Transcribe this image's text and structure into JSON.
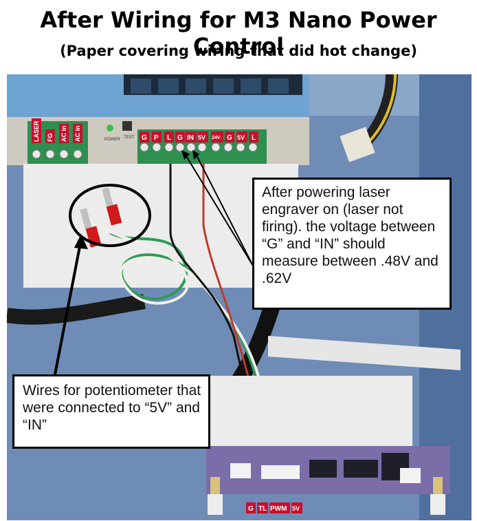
{
  "title": "After Wiring for M3 Nano Power Control",
  "subtitle": "(Paper covering wiring that did hot change)",
  "psu_labels": {
    "laser": "LASER",
    "fg": "FG",
    "ac_in_1": "AC in",
    "ac_in_2": "AC in",
    "g1": "G",
    "p": "P",
    "l1": "L",
    "g2": "G",
    "in": "IN",
    "v5_1": "5V",
    "v24": "24V",
    "g3": "G",
    "v5_2": "5V",
    "l2": "L"
  },
  "psu_small_text": {
    "power": "POWER",
    "test": "TEST"
  },
  "board_labels": {
    "g": "G",
    "tl": "TL",
    "pwm": "PWM",
    "v5": "5V"
  },
  "callout_voltage": "After powering laser engraver on (laser not firing).  the voltage between “G” and “IN” should measure between .48V and .62V",
  "callout_wires": "Wires for potentiometer that were connected to “5V” and “IN”",
  "colors": {
    "panel_blue": "#6f8fbd",
    "psu_blue": "#6fa3d1",
    "terminal_green": "#2e8f4f",
    "label_red": "#c8102e",
    "board_purple": "#7a6da8"
  }
}
